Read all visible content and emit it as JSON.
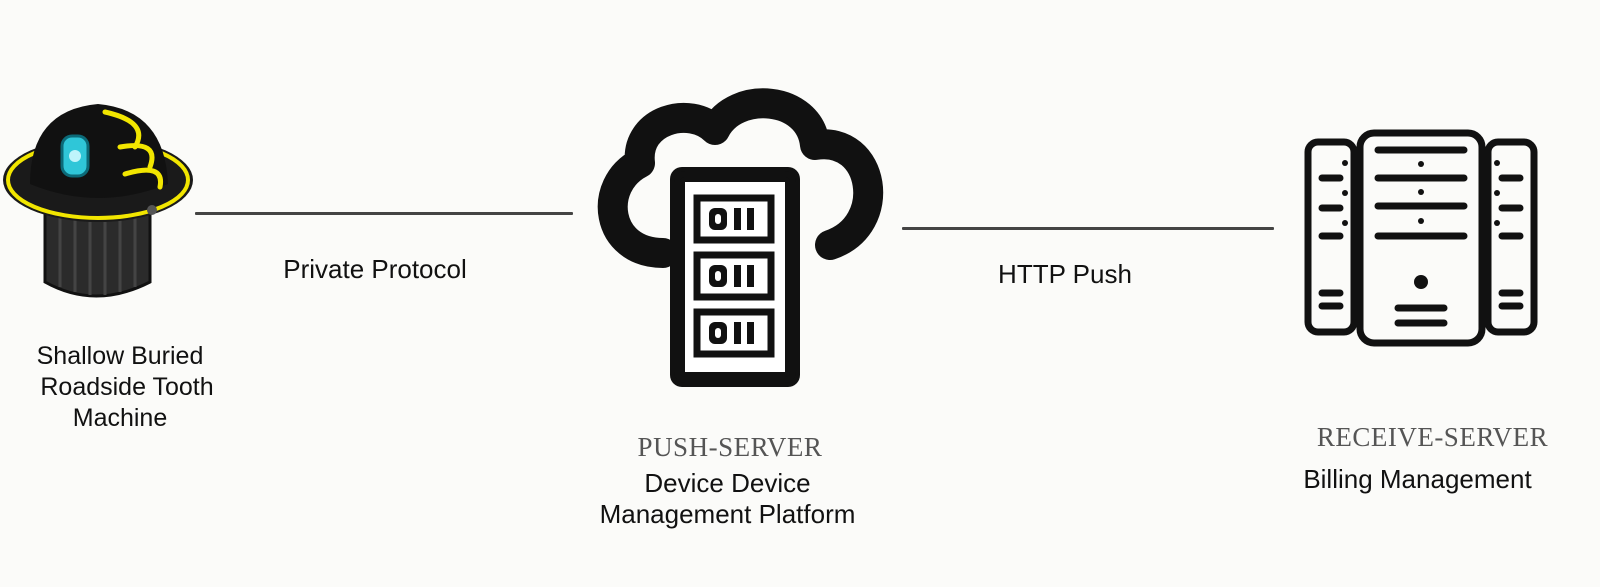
{
  "diagram": {
    "nodes": {
      "device": {
        "name_lines": [
          "Shallow Buried",
          "Roadside Tooth",
          "Machine"
        ],
        "icon": "buried-roadside-machine-icon"
      },
      "push_server": {
        "server_name": "PUSH-SERVER",
        "role_lines": [
          "Device Device",
          "Management Platform"
        ],
        "icon": "cloud-server-icon"
      },
      "receive_server": {
        "server_name": "RECEIVE-SERVER",
        "role": "Billing Management",
        "icon": "server-rack-icon"
      }
    },
    "edges": {
      "device_to_push": {
        "label": "Private Protocol"
      },
      "push_to_receive": {
        "label": "HTTP Push"
      }
    },
    "colors": {
      "icon_black": "#111111",
      "accent_yellow": "#f2e600",
      "accent_cyan": "#2fc6d8",
      "line": "#444444"
    }
  }
}
